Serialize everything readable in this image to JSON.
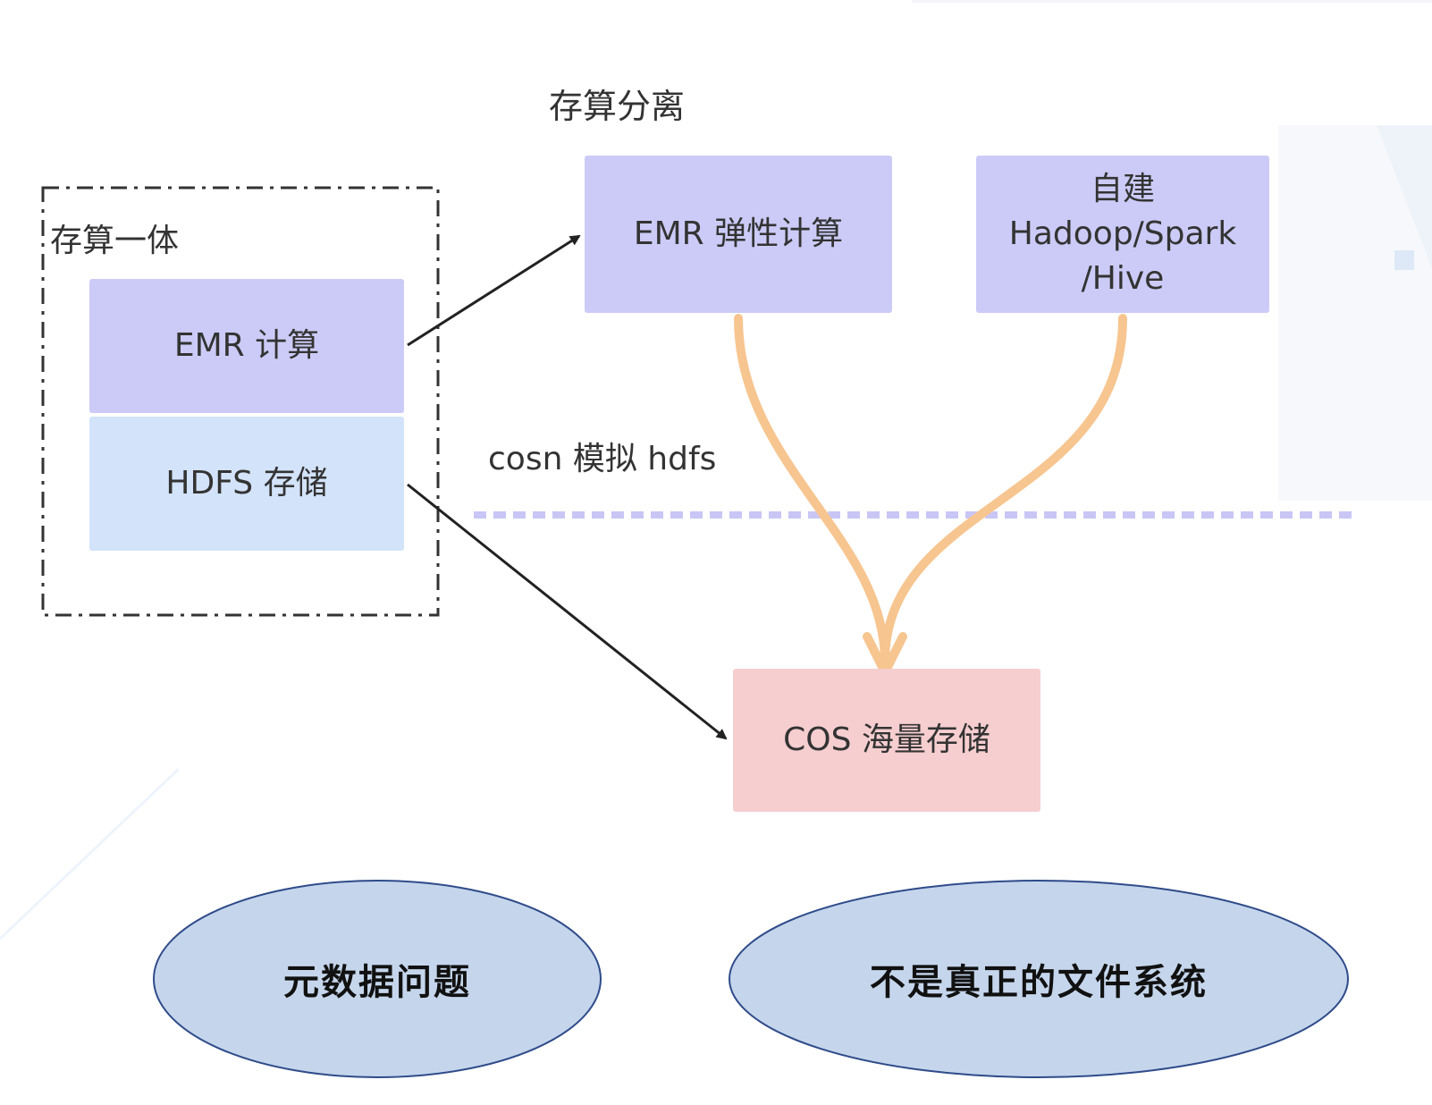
{
  "labels": {
    "separation_title": "存算分离",
    "integrated_title": "存算一体",
    "cosn_note": "cosn 模拟 hdfs"
  },
  "boxes": {
    "emr_compute": "EMR 计算",
    "hdfs_storage": "HDFS 存储",
    "emr_elastic": "EMR 弹性计算",
    "self_built": [
      "自建",
      "Hadoop/Spark",
      "/Hive"
    ],
    "cos_storage": "COS 海量存储"
  },
  "ovals": {
    "metadata_issue": "元数据问题",
    "not_real_fs": "不是真正的文件系统"
  },
  "colors": {
    "purple_box": "#cccbf7",
    "blue_box": "#d2e3fa",
    "pink_box": "#f6ced0",
    "oval_fill": "#c5d6ec",
    "oval_stroke": "#2f4b8a",
    "orange_flow": "#f7c58f",
    "dashed_line": "#c9c6f5"
  }
}
